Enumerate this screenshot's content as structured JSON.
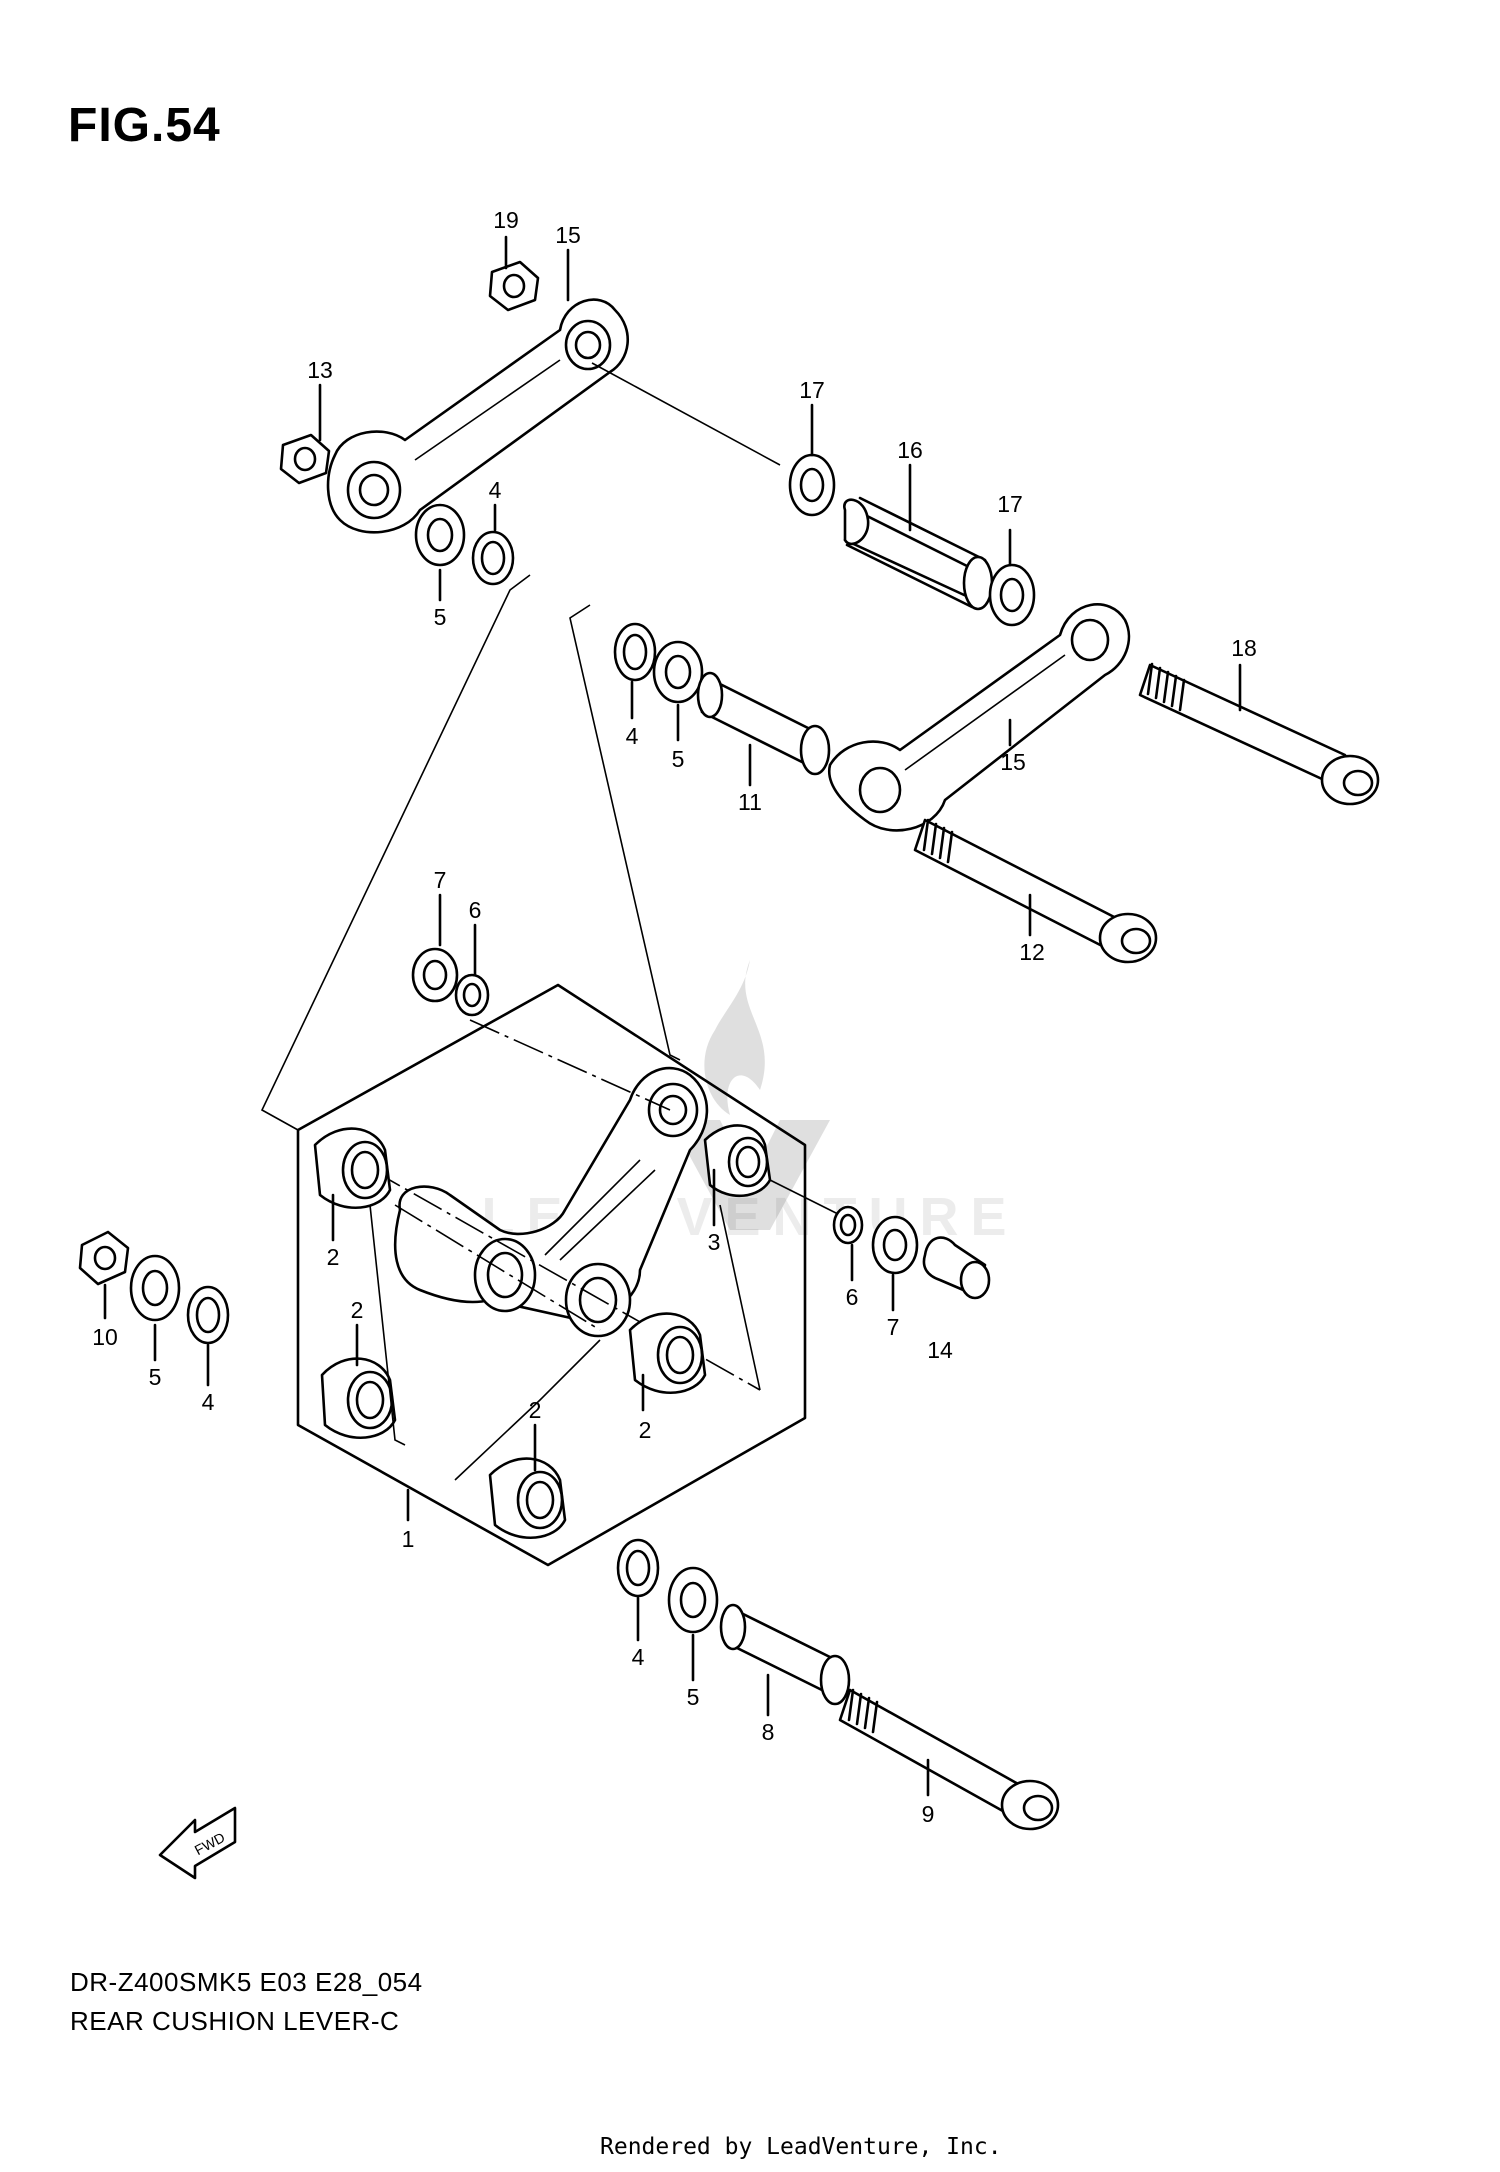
{
  "figure": {
    "title": "FIG.54"
  },
  "footer": {
    "model_code": "DR-Z400SMK5 E03 E28_054",
    "diagram_name": "REAR CUSHION LEVER-C",
    "render_credit": "Rendered by LeadVenture, Inc."
  },
  "watermark": {
    "text": "LEADVENTURE"
  },
  "fwd_arrow": {
    "label": "FWD"
  },
  "callouts": [
    "19",
    "15",
    "13",
    "17",
    "16",
    "4",
    "5",
    "17",
    "18",
    "4",
    "5",
    "11",
    "15",
    "12",
    "7",
    "6",
    "2",
    "3",
    "2",
    "10",
    "5",
    "4",
    "6",
    "7",
    "14",
    "2",
    "2",
    "1",
    "4",
    "5",
    "8",
    "9"
  ]
}
